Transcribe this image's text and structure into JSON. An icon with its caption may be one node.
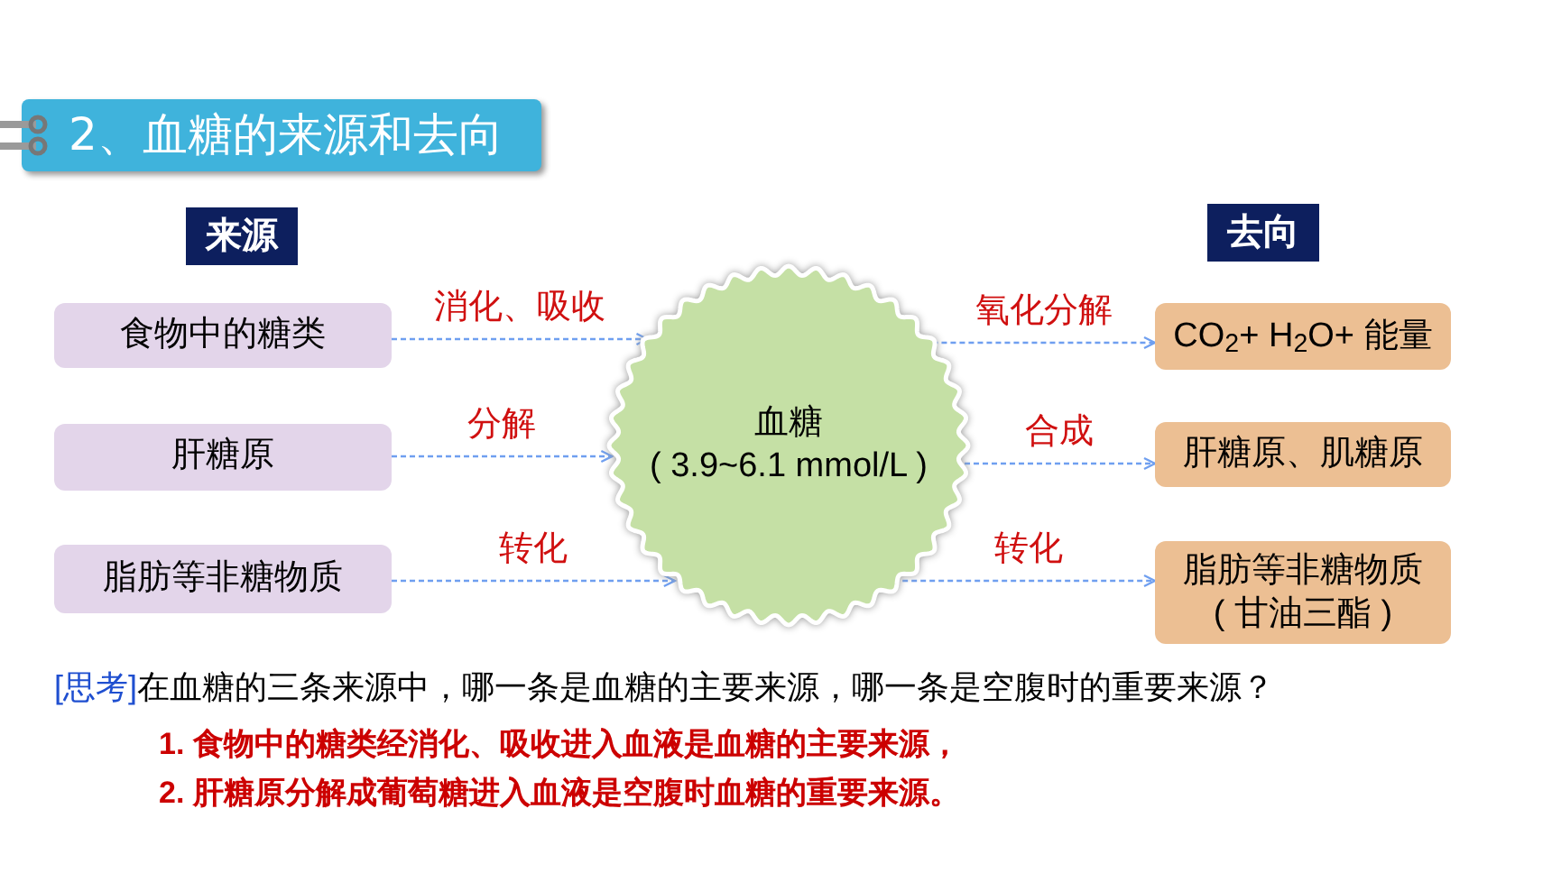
{
  "diagram": {
    "title": "2、血糖的来源和去向",
    "nodes": [
      {
        "text": [
          "来源"
        ]
      },
      {
        "text": [
          "去向"
        ]
      },
      {
        "text": [
          "食物中的糖类"
        ]
      },
      {
        "text": [
          "肝糖原"
        ]
      },
      {
        "text": [
          "脂肪等非糖物质"
        ]
      },
      {
        "text": [
          "血糖",
          "( 3.9~6.1 mmol/L )"
        ]
      },
      {
        "text": [
          "CO$_{2}$+ H$_{2}$O+ 能量"
        ]
      },
      {
        "text": [
          "肝糖原、肌糖原"
        ]
      },
      {
        "text": [
          "脂肪等非糖物质",
          "( 甘油三酯 )"
        ]
      }
    ],
    "edges": [
      {
        "from": 2,
        "to": 5,
        "arrow": "to",
        "label": "消化、吸收",
        "style": "dashed"
      },
      {
        "from": 3,
        "to": 5,
        "arrow": "to",
        "label": "分解",
        "style": "dashed"
      },
      {
        "from": 4,
        "to": 5,
        "arrow": "to",
        "label": "转化",
        "style": "dashed"
      },
      {
        "from": 5,
        "to": 6,
        "arrow": "to",
        "label": "氧化分解",
        "style": "dashed"
      },
      {
        "from": 5,
        "to": 7,
        "arrow": "to",
        "label": "合成",
        "style": "dashed"
      },
      {
        "from": 5,
        "to": 8,
        "arrow": "to",
        "label": "转化",
        "style": "dashed"
      }
    ],
    "labels": [
      "[思考]",
      "在血糖的三条来源中，哪一条是血糖的主要来源，哪一条是空腹时的重要来源？",
      "1. 食物中的糖类经消化、吸收进入血液是血糖的主要来源，",
      "2. 肝糖原分解成葡萄糖进入血液是空腹时血糖的重要来源。"
    ]
  }
}
